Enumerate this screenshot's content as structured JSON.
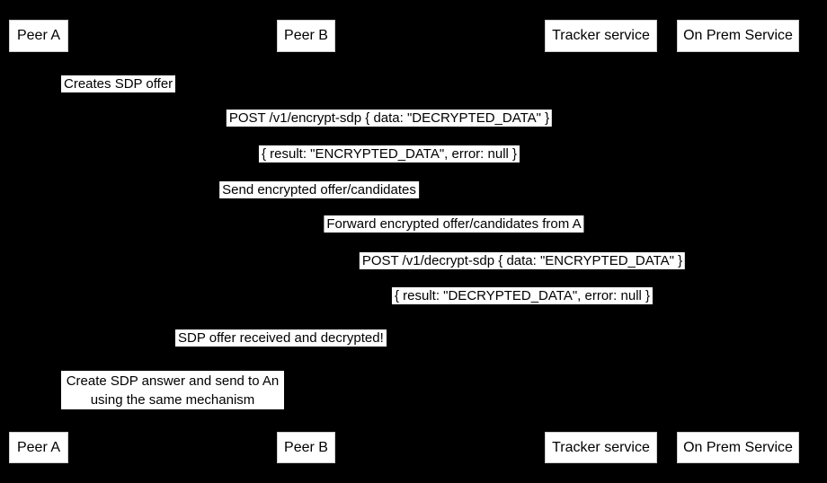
{
  "colors": {
    "background": "#000000",
    "label_background": "#ffffff",
    "label_text": "#000000",
    "actor_border": "#cfcfcf"
  },
  "actors_top": [
    "Peer A",
    "Peer B",
    "Tracker service",
    "On Prem Service"
  ],
  "actors_bottom": [
    "Peer A",
    "Peer B",
    "Tracker service",
    "On Prem Service"
  ],
  "messages": [
    "Creates SDP offer",
    "POST /v1/encrypt-sdp { data: \"DECRYPTED_DATA\" }",
    "{ result: \"ENCRYPTED_DATA\", error: null }",
    "Send encrypted offer/candidates",
    "Forward encrypted offer/candidates from A",
    "POST /v1/decrypt-sdp { data: \"ENCRYPTED_DATA\" }",
    "{ result: \"DECRYPTED_DATA\", error: null }",
    "SDP offer received and decrypted!"
  ],
  "note": {
    "line1": "Create SDP answer and send to An",
    "line2": "using the same mechanism"
  }
}
